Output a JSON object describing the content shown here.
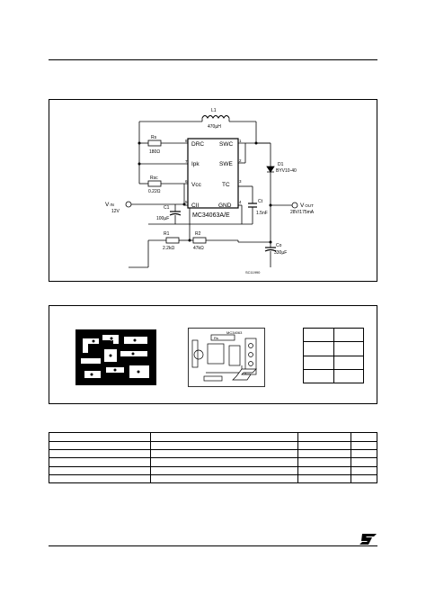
{
  "schematic": {
    "inductor": {
      "ref": "L1",
      "value": "470µH"
    },
    "r_sense": {
      "ref": "Rs",
      "value": "180Ω"
    },
    "r_sc": {
      "ref": "Rsc",
      "value": "0.22Ω"
    },
    "c_in": {
      "ref": "C1",
      "value": "100µF"
    },
    "r1": {
      "ref": "R1",
      "value": "2.2kΩ"
    },
    "r2": {
      "ref": "R2",
      "value": "47kΩ"
    },
    "c_t": {
      "ref": "Ct",
      "value": "1.5nF"
    },
    "c_out": {
      "ref": "Co",
      "value": "330µF"
    },
    "diode": {
      "ref": "D1",
      "value": "BYV10-40"
    },
    "ic": {
      "name": "MC34063A/E",
      "pins_left": [
        "DRC",
        "Ipk",
        "Vcc",
        "CII"
      ],
      "pins_right": [
        "SWC",
        "SWE",
        "TC",
        "GND"
      ],
      "pin_numbers": [
        "8",
        "7",
        "6",
        "5",
        "1",
        "2",
        "3",
        "4"
      ]
    },
    "vin_label": "V",
    "vin_sub": "IN",
    "vin_value": "12V",
    "vout_label": "V",
    "vout_sub": "OUT",
    "vout_value": "28V/175mA",
    "figure_code": "SC11990"
  },
  "pcb": {
    "component_labels": [
      "Rs",
      "MC34063"
    ]
  },
  "table": {
    "rows": 7,
    "columns": 4
  }
}
